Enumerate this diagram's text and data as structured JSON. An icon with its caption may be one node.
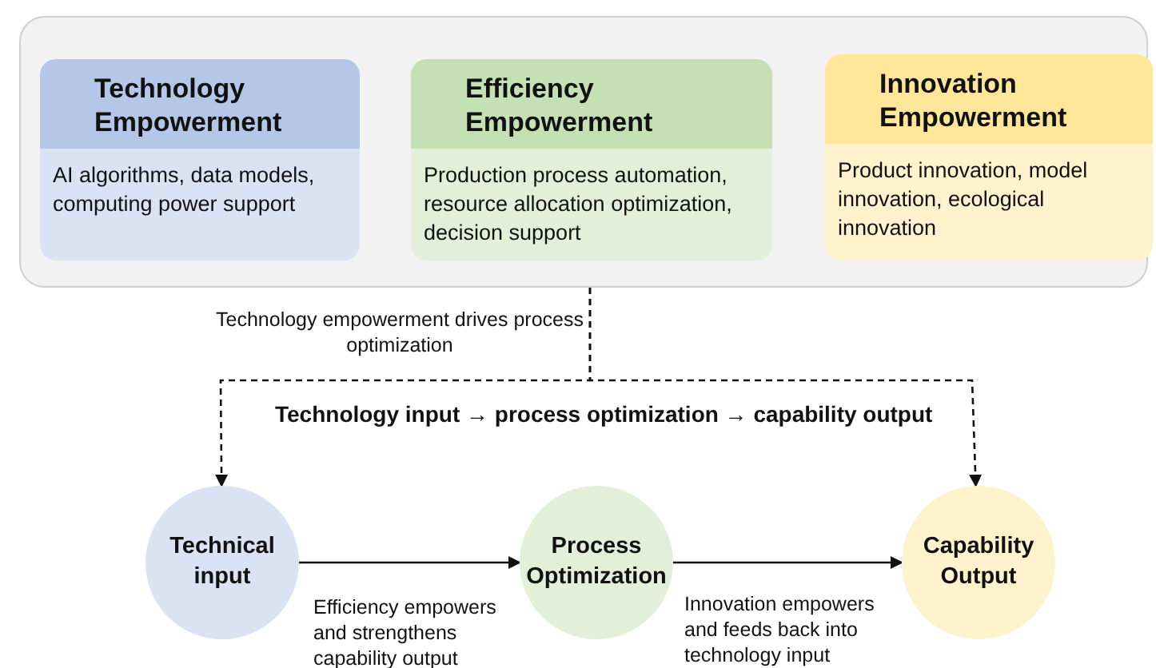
{
  "diagram": {
    "nodes": [
      {
        "text": [],
        "shape": "box"
      },
      {
        "text": [
          "Technology Empowerment",
          "AI algorithms, data models, computing power support"
        ],
        "in": 0
      },
      {
        "text": [
          "Efficiency Empowerment",
          "Production process automation, resource allocation optimization, decision support"
        ],
        "in": 0
      },
      {
        "text": [
          "Innovation Empowerment",
          "Product innovation, model innovation, ecological innovation"
        ],
        "in": 0
      },
      {
        "text": [
          "Technical input"
        ]
      },
      {
        "text": [
          "Process Optimization"
        ]
      },
      {
        "text": [
          "Capability Output"
        ]
      }
    ],
    "edges": [
      {
        "from": 0,
        "to": 4,
        "arrow": "to",
        "style": "dashed",
        "label": "Technology empowerment drives process optimization"
      },
      {
        "from": 0,
        "to": 6,
        "arrow": "to",
        "style": "dashed"
      },
      {
        "from": 4,
        "to": 5,
        "arrow": "to",
        "label": "Efficiency empowers and strengthens capability output"
      },
      {
        "from": 5,
        "to": 6,
        "arrow": "to",
        "label": "Innovation empowers and feeds back into technology input"
      }
    ],
    "labels": [
      "Technology input → process optimization → capability output"
    ]
  }
}
